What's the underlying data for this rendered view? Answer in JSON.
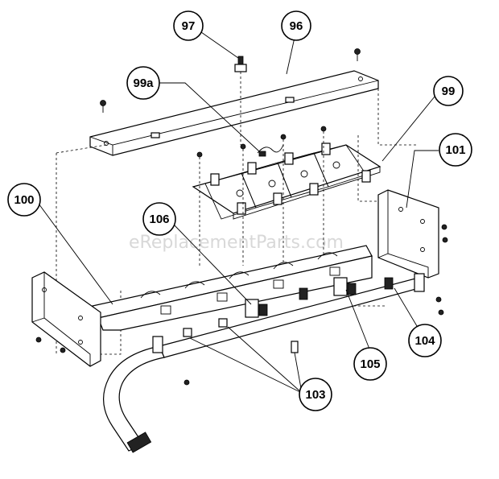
{
  "watermark": "eReplacementParts.com",
  "callouts": {
    "c97": "97",
    "c96": "96",
    "c99a": "99a",
    "c99": "99",
    "c101": "101",
    "c100": "100",
    "c106": "106",
    "c105": "105",
    "c104": "104",
    "c103": "103"
  }
}
